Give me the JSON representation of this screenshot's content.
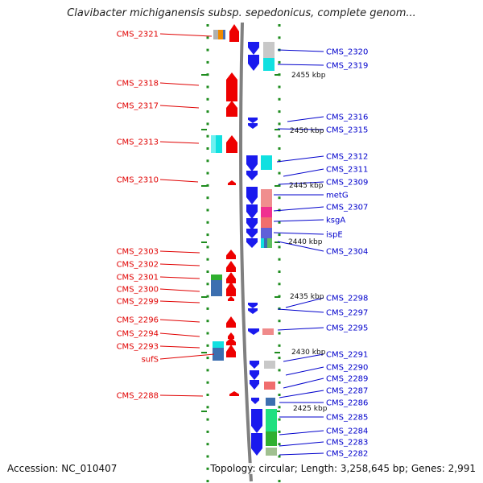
{
  "title": "Clavibacter michiganensis subsp. sepedonicus, complete genom...",
  "footer": {
    "accession": "Accession: NC_010407",
    "summary": "Topology: circular; Length: 3,258,645 bp; Genes: 2,991"
  },
  "colors": {
    "forward": "#ee0000",
    "reverse": "#1a1aee",
    "backbone": "#808080",
    "ticks": "#1e8c1e"
  },
  "kbp_labels": [
    "2455 kbp",
    "2450 kbp",
    "2445 kbp",
    "2440 kbp",
    "2435 kbp",
    "2430 kbp",
    "2425 kbp"
  ],
  "left_labels": [
    "CMS_2321",
    "CMS_2318",
    "CMS_2317",
    "CMS_2313",
    "CMS_2310",
    "CMS_2303",
    "CMS_2302",
    "CMS_2301",
    "CMS_2300",
    "CMS_2299",
    "CMS_2296",
    "CMS_2294",
    "CMS_2293",
    "sufS",
    "CMS_2288"
  ],
  "right_labels": [
    "CMS_2320",
    "CMS_2319",
    "CMS_2316",
    "CMS_2315",
    "CMS_2312",
    "CMS_2311",
    "CMS_2309",
    "metG",
    "CMS_2307",
    "ksgA",
    "ispE",
    "CMS_2304",
    "CMS_2298",
    "CMS_2297",
    "CMS_2295",
    "CMS_2291",
    "CMS_2290",
    "CMS_2289",
    "CMS_2287",
    "CMS_2286",
    "CMS_2285",
    "CMS_2284",
    "CMS_2283",
    "CMS_2282"
  ]
}
